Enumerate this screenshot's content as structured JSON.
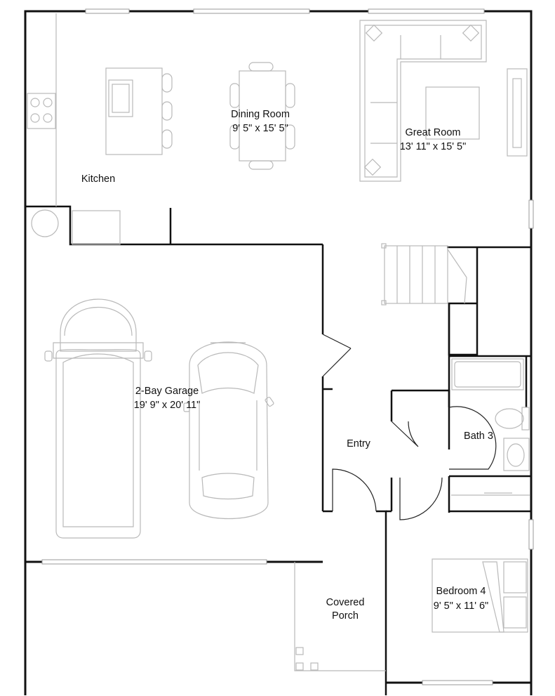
{
  "rooms": {
    "dining": {
      "name": "Dining Room",
      "size": "9' 5\" x 15' 5\""
    },
    "great": {
      "name": "Great Room",
      "size": "13' 11\" x 15' 5\""
    },
    "kitchen": {
      "name": "Kitchen"
    },
    "garage": {
      "name": "2-Bay Garage",
      "size": "19' 9\" x 20' 11\""
    },
    "entry": {
      "name": "Entry"
    },
    "bath3": {
      "name": "Bath 3"
    },
    "porch": {
      "line1": "Covered",
      "line2": "Porch"
    },
    "bedroom4": {
      "name": "Bedroom 4",
      "size": "9' 5\" x 11' 6\""
    }
  },
  "colors": {
    "wall": "#111111",
    "fixture": "#b9b9b9",
    "background": "#ffffff"
  }
}
